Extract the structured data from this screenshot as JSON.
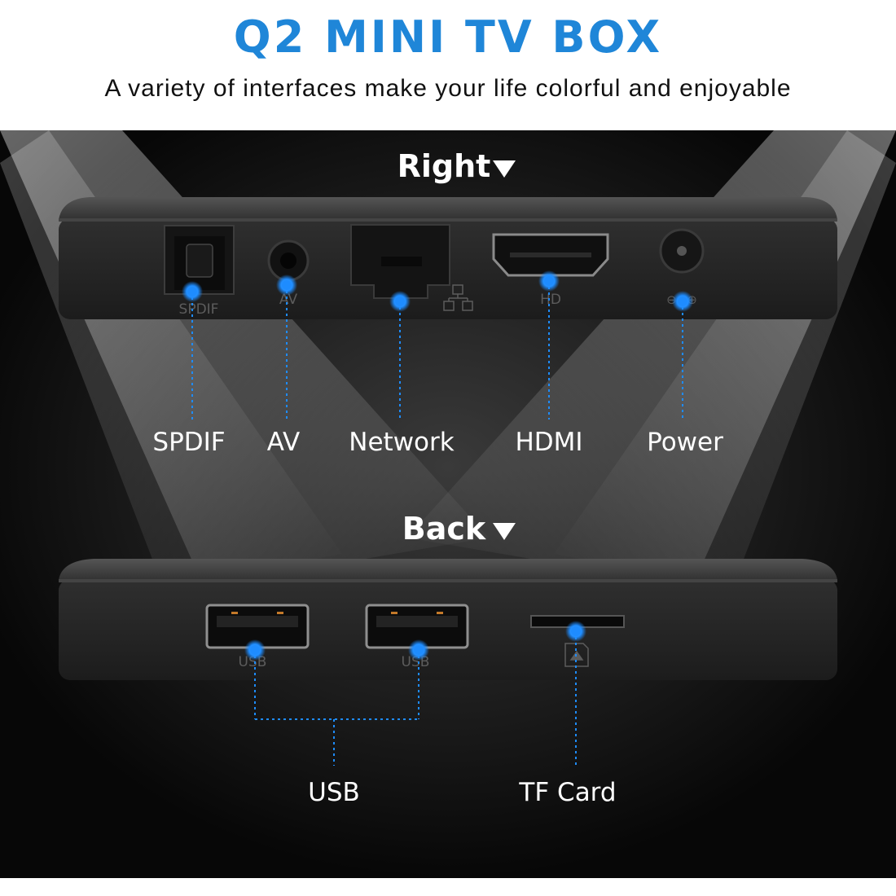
{
  "header": {
    "title": "Q2 MINI TV BOX",
    "subtitle": "A variety of interfaces make your life colorful and enjoyable"
  },
  "colors": {
    "accent": "#1f86d8",
    "background": "#080808",
    "device": "#2b2b2b",
    "dot": "#1e8cff"
  },
  "sections": {
    "right": {
      "heading": "Right",
      "icon": "chevron-down-icon",
      "port_markings": {
        "spdif": "SPDIF",
        "av": "AV",
        "hdmi": "HD",
        "power": "⊖⊙⊕"
      },
      "labels": {
        "spdif": "SPDIF",
        "av": "AV",
        "network": "Network",
        "hdmi": "HDMI",
        "power": "Power"
      }
    },
    "back": {
      "heading": "Back",
      "icon": "chevron-down-icon",
      "port_markings": {
        "usb1": "USB",
        "usb2": "USB"
      },
      "labels": {
        "usb": "USB",
        "tf_card": "TF Card"
      }
    }
  }
}
